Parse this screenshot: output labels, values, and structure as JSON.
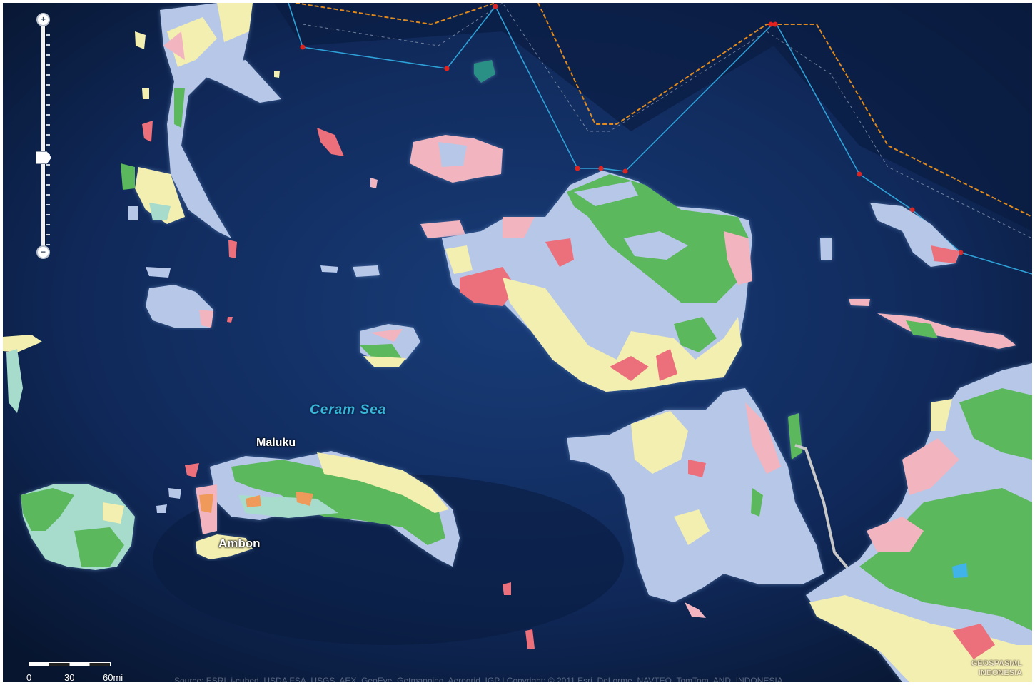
{
  "map": {
    "labels": {
      "sea": "Ceram Sea",
      "province": "Maluku",
      "city": "Ambon"
    },
    "scale": {
      "ticks": [
        "0",
        "30",
        "60mi"
      ]
    },
    "attribution": "Source: ESRI, i-cubed, USDA FSA, USGS, AEX, GeoEye, Getmapping, Aerogrid, IGP | Copyright: © 2011 Esri, DeLorme, NAVTEQ, TomTom, AND, INDONESIA",
    "watermark": [
      "GEOSPASIAL",
      "INDONESIA"
    ],
    "zoom": {
      "in": "+",
      "out": "−",
      "level": 0.42
    },
    "legend_colors": {
      "ocean": "#0f2b5c",
      "class_blue": "#b7c7e8",
      "class_green": "#5cb85c",
      "class_yellow": "#f3efb0",
      "class_pink": "#f2b5bf",
      "class_red": "#ec6f7c",
      "class_teal": "#a7dccd",
      "class_orange": "#ef9a5a",
      "boundary_line": "#2ea2d8",
      "boundary_orange": "#e08a1e",
      "boundary_point": "#e0231f"
    }
  }
}
